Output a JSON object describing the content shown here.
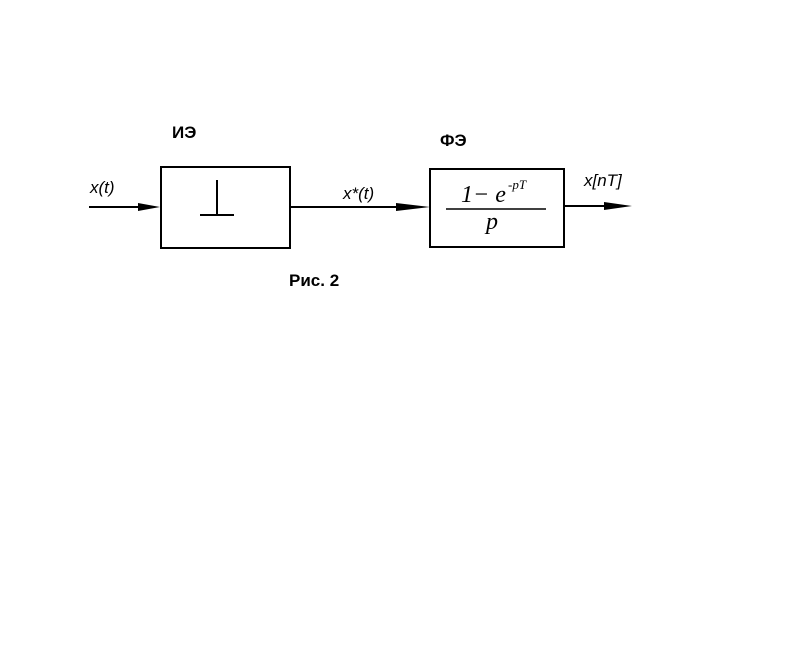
{
  "diagram": {
    "input_signal": "x(t)",
    "block1": {
      "title": "ИЭ",
      "symbol": "⊥"
    },
    "middle_signal": "x*(t)",
    "block2": {
      "title": "ФЭ",
      "numerator_main": "1− e",
      "numerator_exponent": "-pT",
      "denominator": "p"
    },
    "output_signal": "x[nT]",
    "caption": "Рис. 2"
  }
}
